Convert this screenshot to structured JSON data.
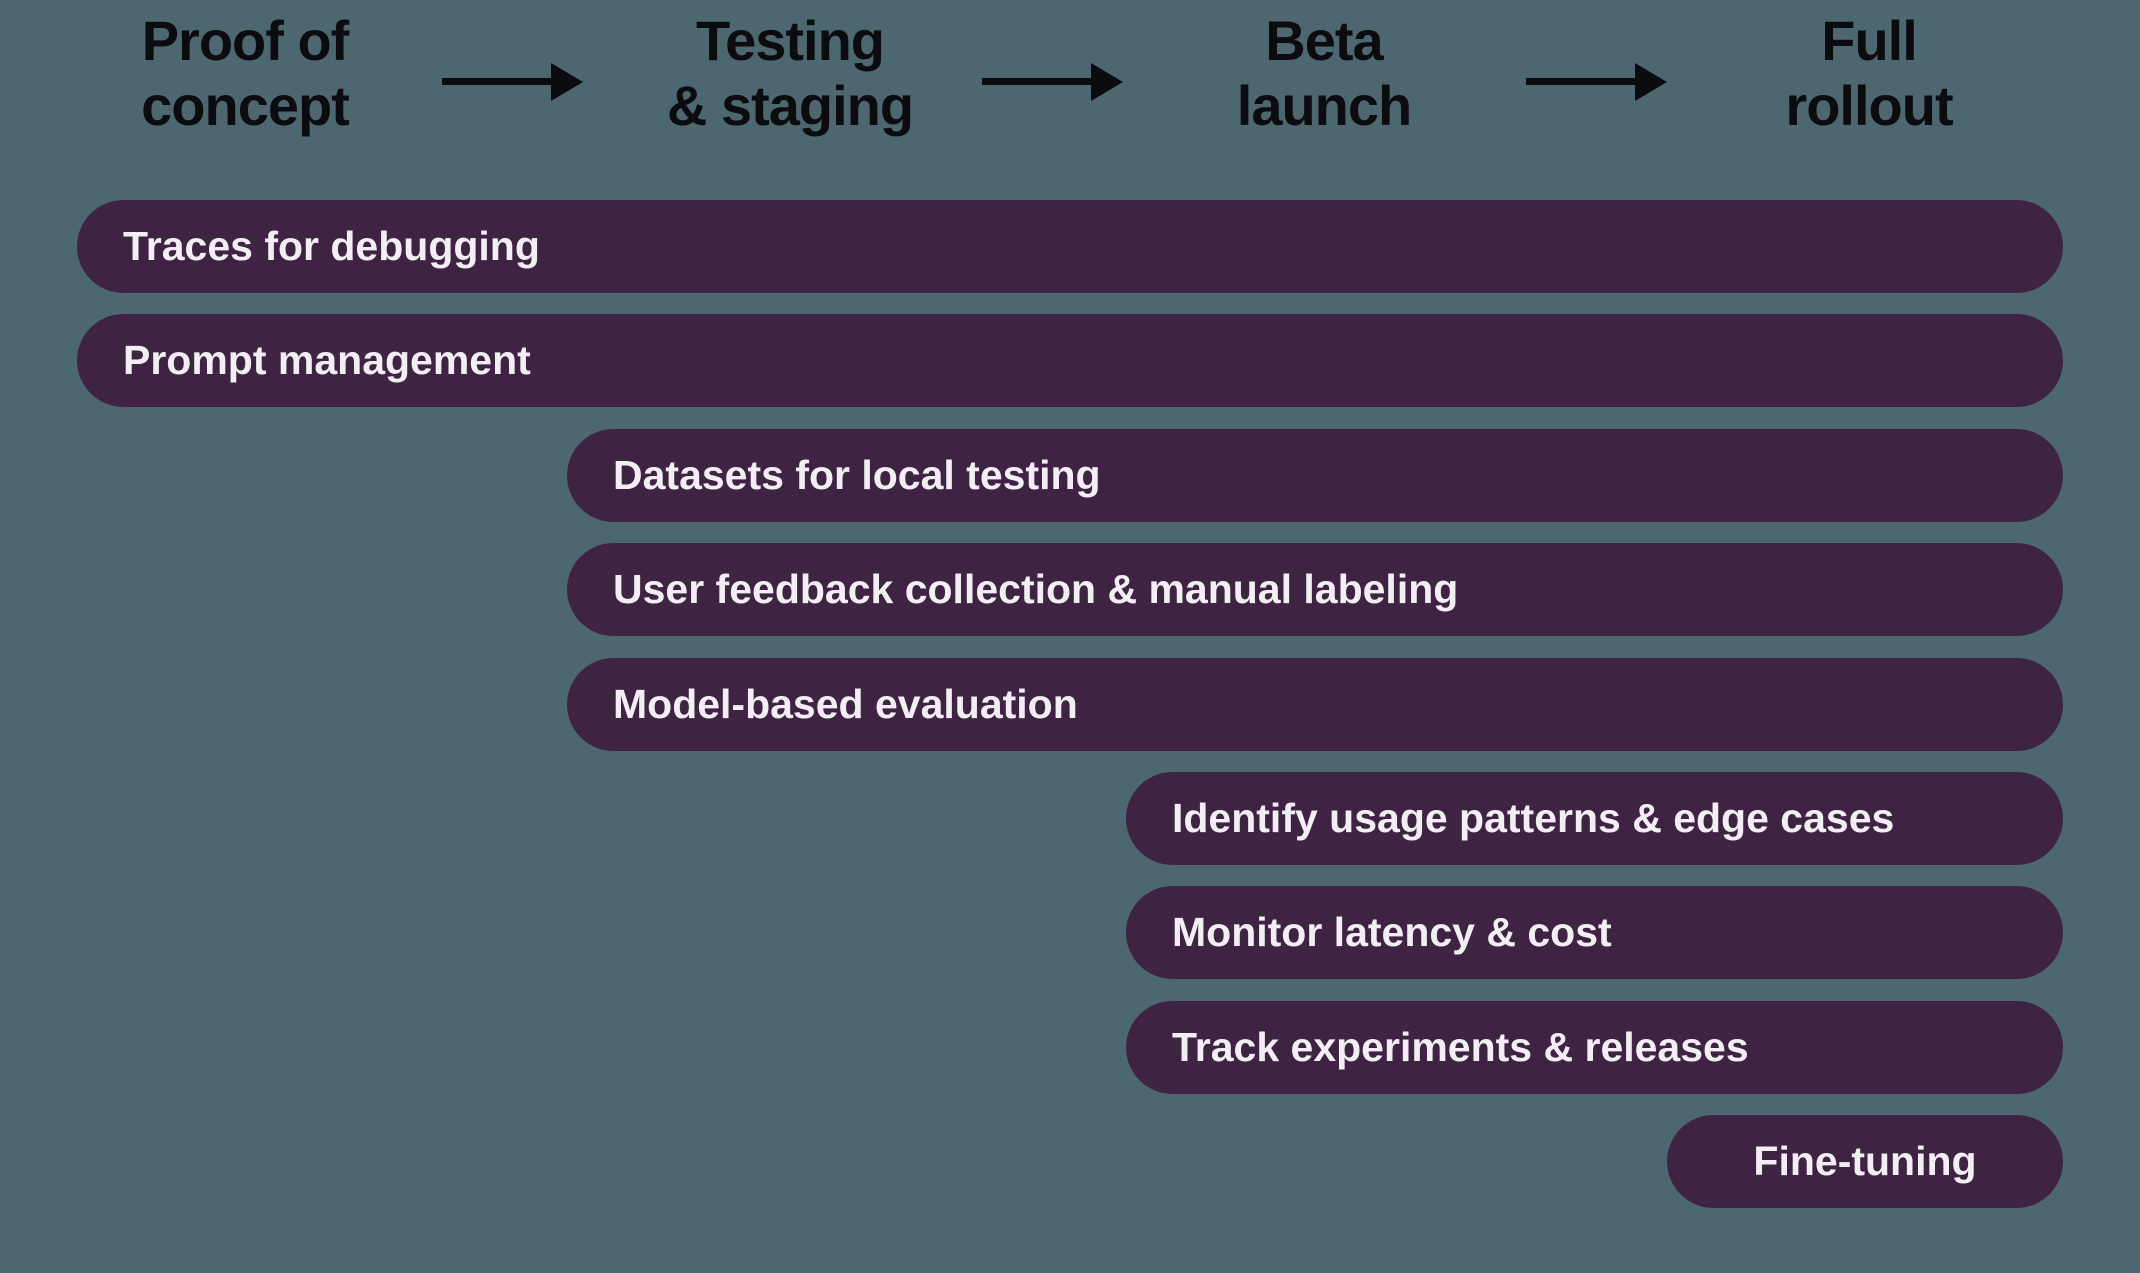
{
  "diagram": {
    "stages": [
      {
        "label": "Proof of\nconcept"
      },
      {
        "label": "Testing\n& staging"
      },
      {
        "label": "Beta\nlaunch"
      },
      {
        "label": "Full\nrollout"
      }
    ],
    "bars": [
      {
        "label": "Traces for debugging",
        "starts_at_stage": "Proof of concept",
        "ends_at_stage": "Full rollout"
      },
      {
        "label": "Prompt management",
        "starts_at_stage": "Proof of concept",
        "ends_at_stage": "Full rollout"
      },
      {
        "label": "Datasets for local testing",
        "starts_at_stage": "Testing & staging",
        "ends_at_stage": "Full rollout"
      },
      {
        "label": "User feedback collection & manual labeling",
        "starts_at_stage": "Testing & staging",
        "ends_at_stage": "Full rollout"
      },
      {
        "label": "Model-based evaluation",
        "starts_at_stage": "Testing & staging",
        "ends_at_stage": "Full rollout"
      },
      {
        "label": "Identify usage patterns & edge cases",
        "starts_at_stage": "Beta launch",
        "ends_at_stage": "Full rollout"
      },
      {
        "label": "Monitor latency & cost",
        "starts_at_stage": "Beta launch",
        "ends_at_stage": "Full rollout"
      },
      {
        "label": "Track experiments & releases",
        "starts_at_stage": "Beta launch",
        "ends_at_stage": "Full rollout"
      },
      {
        "label": "Fine-tuning",
        "starts_at_stage": "Full rollout",
        "ends_at_stage": "Full rollout"
      }
    ],
    "colors": {
      "background": "#4d6770",
      "bar_fill": "#3e2342",
      "bar_text": "#f2eef4",
      "header_text": "#0c0c10",
      "arrow": "#0c0c10"
    }
  }
}
